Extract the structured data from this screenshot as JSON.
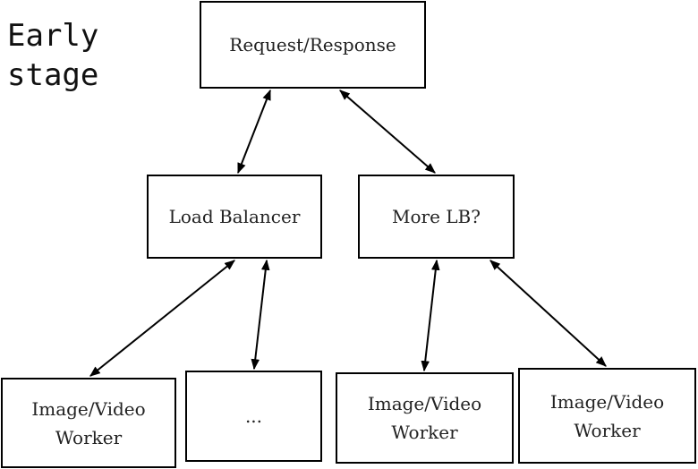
{
  "stage_label": "Early\nstage",
  "nodes": {
    "request_response": "Request/Response",
    "load_balancer": "Load Balancer",
    "more_lb": "More LB?",
    "worker_1": "Image/Video\nWorker",
    "ellipsis": "...",
    "worker_2": "Image/Video\nWorker",
    "worker_3": "Image/Video\nWorker"
  },
  "edges": [
    {
      "from": "request_response",
      "to": "load_balancer",
      "direction": "bidirectional"
    },
    {
      "from": "request_response",
      "to": "more_lb",
      "direction": "bidirectional"
    },
    {
      "from": "load_balancer",
      "to": "worker_1",
      "direction": "bidirectional"
    },
    {
      "from": "load_balancer",
      "to": "ellipsis",
      "direction": "bidirectional"
    },
    {
      "from": "more_lb",
      "to": "worker_2",
      "direction": "bidirectional"
    },
    {
      "from": "more_lb",
      "to": "worker_3",
      "direction": "bidirectional"
    }
  ]
}
